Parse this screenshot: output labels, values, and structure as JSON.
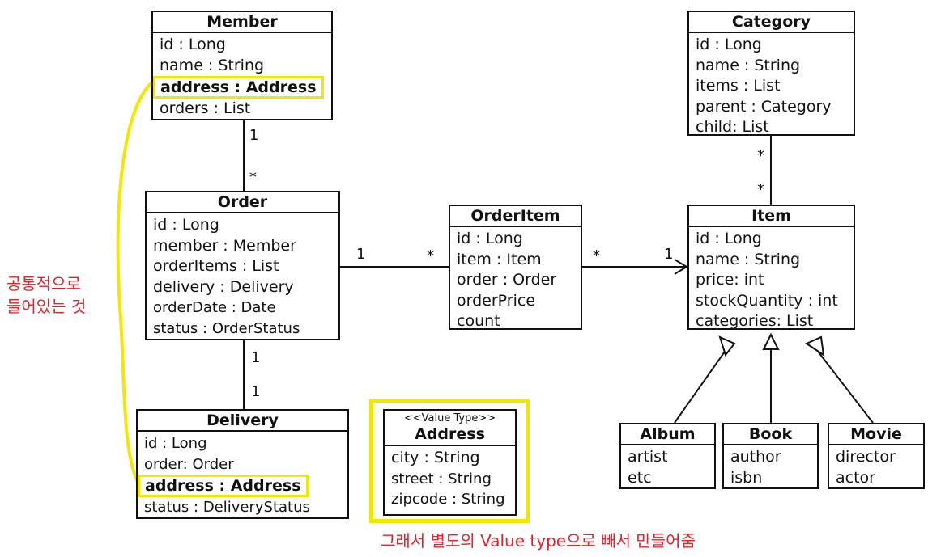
{
  "member": {
    "title": "Member",
    "attrs": [
      "id : Long",
      "name : String",
      "address : Address",
      "orders : List"
    ]
  },
  "order": {
    "title": "Order",
    "attrs": [
      "id : Long",
      "member : Member",
      "orderItems : List",
      "delivery : Delivery",
      "orderDate : Date",
      "status : OrderStatus"
    ]
  },
  "delivery": {
    "title": "Delivery",
    "attrs": [
      "id : Long",
      "order: Order",
      "address : Address",
      "status : DeliveryStatus"
    ]
  },
  "orderitem": {
    "title": "OrderItem",
    "attrs": [
      "id : Long",
      "item : Item",
      "order : Order",
      "orderPrice",
      "count"
    ]
  },
  "category": {
    "title": "Category",
    "attrs": [
      "id : Long",
      "name : String",
      "items : List",
      "parent : Category",
      "child: List"
    ]
  },
  "item": {
    "title": "Item",
    "attrs": [
      "id : Long",
      "name : String",
      "price: int",
      "stockQuantity : int",
      "categories: List"
    ]
  },
  "address": {
    "stereotype": "<<Value Type>>",
    "title": "Address",
    "attrs": [
      "city : String",
      "street : String",
      "zipcode : String"
    ]
  },
  "album": {
    "title": "Album",
    "attrs": [
      "artist",
      "etc"
    ]
  },
  "book": {
    "title": "Book",
    "attrs": [
      "author",
      "isbn"
    ]
  },
  "movie": {
    "title": "Movie",
    "attrs": [
      "director",
      "actor"
    ]
  },
  "multiplicities": {
    "member_order_top": "1",
    "member_order_bottom": "*",
    "order_orderitem_left": "1",
    "order_orderitem_right": "*",
    "orderitem_item_left": "*",
    "orderitem_item_right": "1",
    "category_item_top": "*",
    "category_item_bottom": "*",
    "order_delivery_top": "1",
    "order_delivery_bottom": "1"
  },
  "notes": {
    "left_line1": "공통적으로",
    "left_line2": "들어있는 것",
    "bottom": "그래서 별도의 Value type으로 빼서 만들어줌"
  },
  "colors": {
    "highlight": "#f5e600",
    "note": "#e8202a"
  }
}
